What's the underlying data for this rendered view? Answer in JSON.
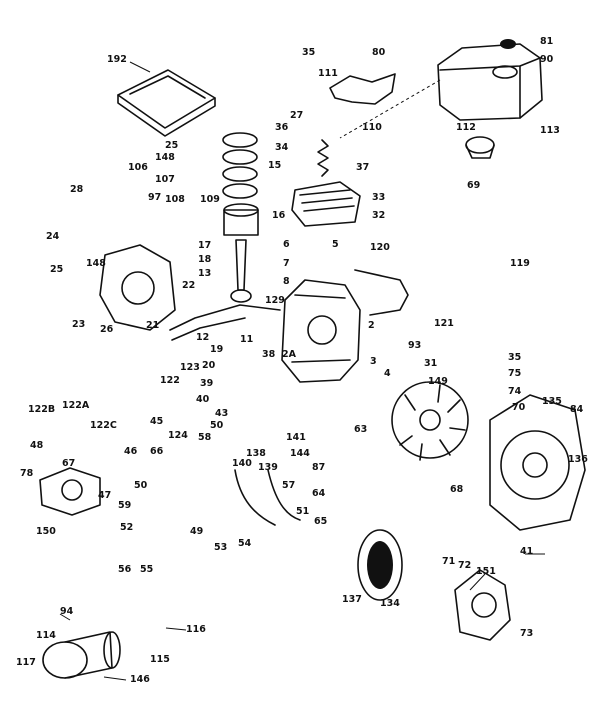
{
  "figure": {
    "callouts": [
      "192",
      "35",
      "80",
      "81",
      "90",
      "111",
      "27",
      "36",
      "110",
      "34",
      "113",
      "112",
      "37",
      "25",
      "148",
      "15",
      "106",
      "107",
      "33",
      "69",
      "28",
      "97",
      "108",
      "109",
      "32",
      "16",
      "24",
      "6",
      "5",
      "120",
      "7",
      "119",
      "17",
      "18",
      "13",
      "8",
      "25",
      "148",
      "22",
      "23",
      "26",
      "129",
      "21",
      "12",
      "2",
      "121",
      "11",
      "38",
      "2A",
      "93",
      "19",
      "20",
      "3",
      "4",
      "31",
      "149",
      "122",
      "123",
      "39",
      "40",
      "35",
      "75",
      "74",
      "70",
      "135",
      "84",
      "122A",
      "122B",
      "122C",
      "43",
      "50",
      "58",
      "45",
      "124",
      "140",
      "141",
      "136",
      "138",
      "139",
      "144",
      "63",
      "46",
      "48",
      "47",
      "66",
      "67",
      "78",
      "64",
      "87",
      "50",
      "57",
      "59",
      "150",
      "52",
      "49",
      "53",
      "54",
      "51",
      "65",
      "55",
      "56",
      "68",
      "41",
      "137",
      "134",
      "71",
      "72",
      "151",
      "94",
      "116",
      "114",
      "115",
      "117",
      "146",
      "73"
    ]
  }
}
